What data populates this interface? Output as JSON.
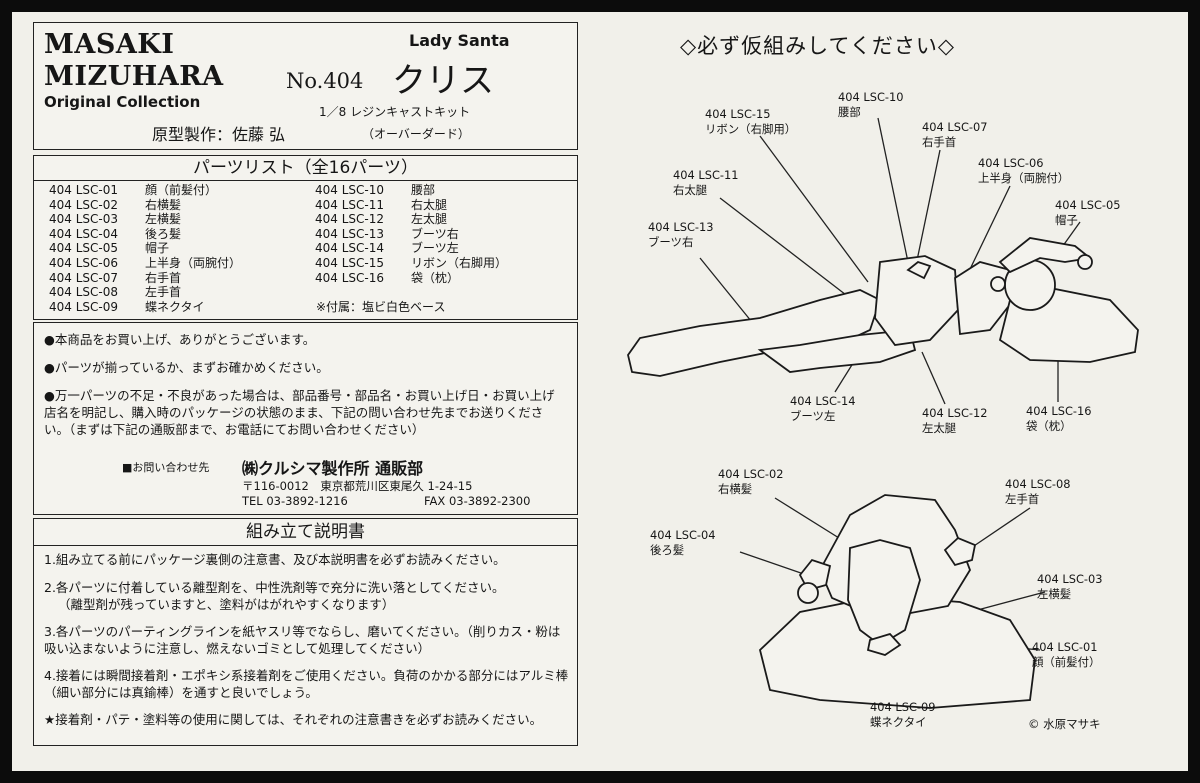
{
  "brand": {
    "line1": "MASAKI",
    "line2": "MIZUHARA",
    "line3": "Original Collection"
  },
  "product": {
    "series": "Lady Santa",
    "number": "No.404",
    "name": "クリス",
    "scale": "1／8 レジンキャストキット",
    "sculptor": "原型製作：佐藤 弘",
    "sculptor_note": "（オーバーダード）"
  },
  "parts_list": {
    "title": "パーツリスト（全16パーツ）",
    "left": [
      {
        "code": "404 LSC-01",
        "name": "顔（前髪付）"
      },
      {
        "code": "404 LSC-02",
        "name": "右横髪"
      },
      {
        "code": "404 LSC-03",
        "name": "左横髪"
      },
      {
        "code": "404 LSC-04",
        "name": "後ろ髪"
      },
      {
        "code": "404 LSC-05",
        "name": "帽子"
      },
      {
        "code": "404 LSC-06",
        "name": "上半身（両腕付）"
      },
      {
        "code": "404 LSC-07",
        "name": "右手首"
      },
      {
        "code": "404 LSC-08",
        "name": "左手首"
      },
      {
        "code": "404 LSC-09",
        "name": "蝶ネクタイ"
      }
    ],
    "right": [
      {
        "code": "404 LSC-10",
        "name": "腰部"
      },
      {
        "code": "404 LSC-11",
        "name": "右太腿"
      },
      {
        "code": "404 LSC-12",
        "name": "左太腿"
      },
      {
        "code": "404 LSC-13",
        "name": "ブーツ右"
      },
      {
        "code": "404 LSC-14",
        "name": "ブーツ左"
      },
      {
        "code": "404 LSC-15",
        "name": "リボン（右脚用）"
      },
      {
        "code": "404 LSC-16",
        "name": "袋（枕）"
      }
    ],
    "accessory": "※付属：塩ビ白色ベース"
  },
  "notes": {
    "n1": "●本商品をお買い上げ、ありがとうございます。",
    "n2": "●パーツが揃っているか、まずお確かめください。",
    "n3": "●万一パーツの不足・不良があった場合は、部品番号・部品名・お買い上げ日・お買い上げ店名を明記し、購入時のパッケージの状態のまま、下記の問い合わせ先までお送りください。（まずは下記の通販部まで、お電話にてお問い合わせください）",
    "contact_label": "■お問い合わせ先",
    "company": "㈱クルシマ製作所 通販部",
    "postal": "〒116-0012　東京都荒川区東尾久 1-24-15",
    "tel": "TEL 03-3892-1216",
    "fax": "FAX 03-3892-2300"
  },
  "instructions": {
    "title": "組み立て説明書",
    "s1": "1.組み立てる前にパッケージ裏側の注意書、及び本説明書を必ずお読みください。",
    "s2": "2.各パーツに付着している離型剤を、中性洗剤等で充分に洗い落としてください。",
    "s2b": "（離型剤が残っていますと、塗料がはがれやすくなります）",
    "s3": "3.各パーツのパーティングラインを紙ヤスリ等でならし、磨いてください。（削りカス・粉は吸い込まないように注意し、燃えないゴミとして処理してください）",
    "s4": "4.接着には瞬間接着剤・エポキシ系接着剤をご使用ください。負荷のかかる部分にはアルミ棒（細い部分には真鍮棒）を通すと良いでしょう。",
    "s5": "★接着剤・パテ・塗料等の使用に関しては、それぞれの注意書きを必ずお読みください。"
  },
  "diagram": {
    "heading": "◇必ず仮組みしてください◇",
    "labels": {
      "l15_code": "404 LSC-15",
      "l15_name": "リボン（右脚用）",
      "l10_code": "404 LSC-10",
      "l10_name": "腰部",
      "l07_code": "404 LSC-07",
      "l07_name": "右手首",
      "l06_code": "404 LSC-06",
      "l06_name": "上半身（両腕付）",
      "l11_code": "404 LSC-11",
      "l11_name": "右太腿",
      "l05_code": "404 LSC-05",
      "l05_name": "帽子",
      "l13_code": "404 LSC-13",
      "l13_name": "ブーツ右",
      "l14_code": "404 LSC-14",
      "l14_name": "ブーツ左",
      "l12_code": "404 LSC-12",
      "l12_name": "左太腿",
      "l16_code": "404 LSC-16",
      "l16_name": "袋（枕）",
      "l02_code": "404 LSC-02",
      "l02_name": "右横髪",
      "l08_code": "404 LSC-08",
      "l08_name": "左手首",
      "l04_code": "404 LSC-04",
      "l04_name": "後ろ髪",
      "l03_code": "404 LSC-03",
      "l03_name": "左横髪",
      "l01_code": "404 LSC-01",
      "l01_name": "顔（前髪付）",
      "l09_code": "404 LSC-09",
      "l09_name": "蝶ネクタイ"
    },
    "copyright": "© 水原マサキ"
  }
}
